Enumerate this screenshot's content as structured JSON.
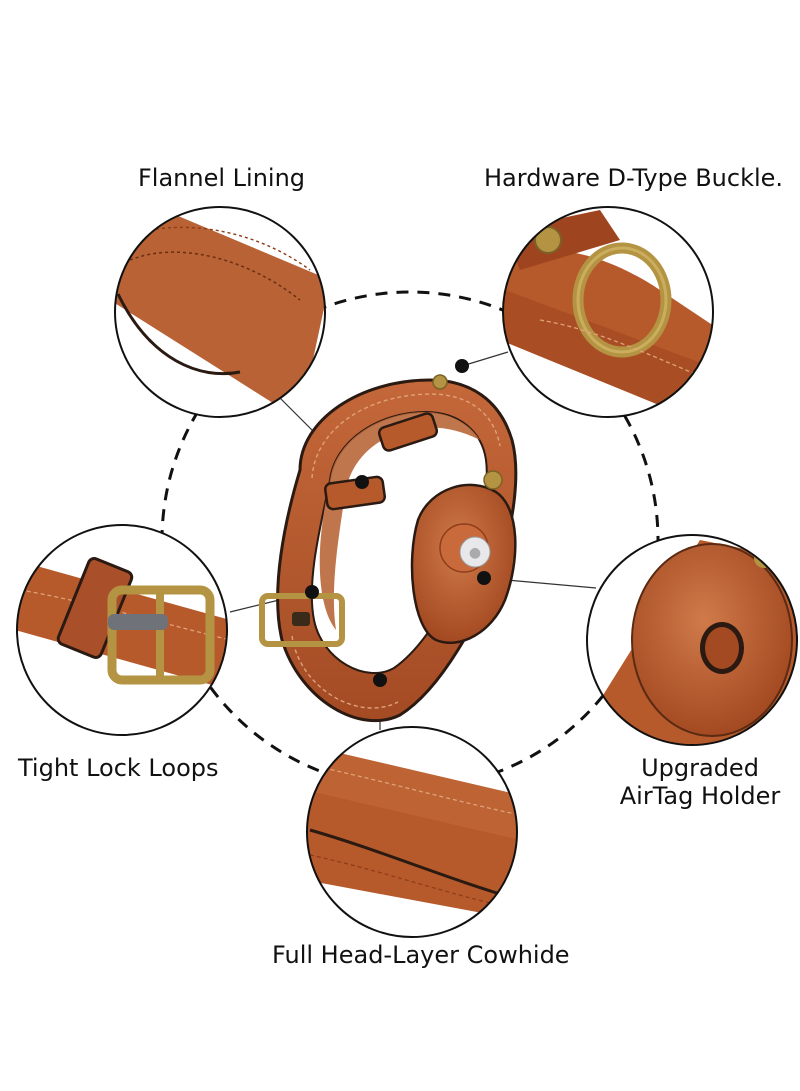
{
  "labels": {
    "flannel_lining": "Flannel Lining",
    "d_buckle": "Hardware D-Type Buckle.",
    "tight_loops": "Tight Lock Loops",
    "airtag_holder_line1": "Upgraded",
    "airtag_holder_line2": "AirTag Holder",
    "cowhide": "Full Head-Layer Cowhide"
  },
  "colors": {
    "leather": "#b5562a",
    "leather_dark": "#8f3d1a",
    "leather_light": "#c86a3c",
    "stitch": "#e0a27a",
    "edge": "#2a1a12",
    "brass": "#b49443",
    "brass_light": "#d8bf72"
  }
}
